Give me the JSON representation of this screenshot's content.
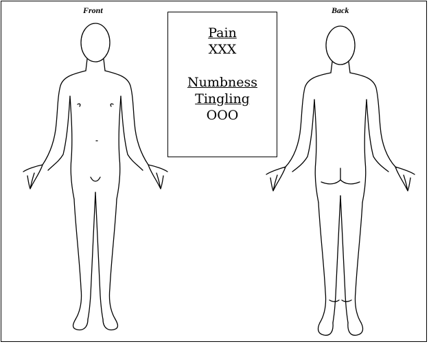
{
  "views": {
    "front_label": "Front",
    "back_label": "Back"
  },
  "legend": {
    "pain_label": "Pain",
    "pain_symbol": "XXX",
    "numbness_label": "Numbness",
    "tingling_label": "Tingling",
    "numbness_tingling_symbol": "OOO"
  }
}
